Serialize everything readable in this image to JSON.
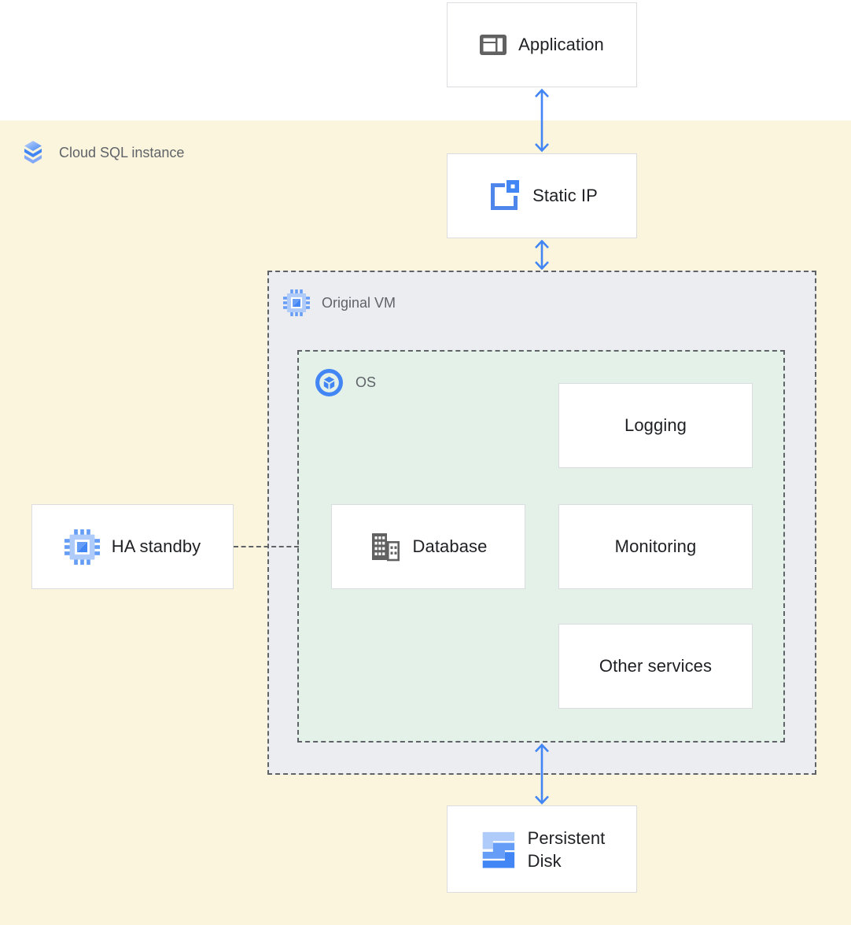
{
  "zones": {
    "cloud_sql": {
      "label": "Cloud SQL instance",
      "icon": "cloud-sql-icon",
      "fill": "#fcf5de"
    },
    "original_vm": {
      "label": "Original VM",
      "icon": "compute-engine-icon",
      "fill": "#ecedf0"
    },
    "os": {
      "label": "OS",
      "icon": "os-icon",
      "fill": "#e4f1e9"
    }
  },
  "nodes": {
    "application": {
      "label": "Application",
      "icon": "application-icon"
    },
    "static_ip": {
      "label": "Static IP",
      "icon": "static-ip-icon"
    },
    "ha_standby": {
      "label": "HA standby",
      "icon": "compute-engine-icon"
    },
    "logging": {
      "label": "Logging"
    },
    "database": {
      "label": "Database",
      "icon": "datacenter-icon"
    },
    "monitoring": {
      "label": "Monitoring"
    },
    "other_services": {
      "label": "Other services"
    },
    "persistent_disk": {
      "line1": "Persistent",
      "line2": "Disk",
      "icon": "persistent-disk-icon"
    }
  },
  "edges": [
    {
      "from": "Application",
      "to": "Static IP",
      "type": "bidirectional-arrow"
    },
    {
      "from": "Static IP",
      "to": "Original VM",
      "type": "bidirectional-arrow"
    },
    {
      "from": "OS",
      "to": "Persistent Disk",
      "type": "bidirectional-arrow"
    },
    {
      "from": "HA standby",
      "to": "OS",
      "type": "dashed-line"
    }
  ],
  "colors": {
    "arrow": "#4285f4",
    "zone_border": "#5f6368",
    "node_border": "#dadce0",
    "node_text": "#202124",
    "zone_label_text": "#5f6368",
    "google_blue": "#4285f4",
    "blue_medium": "#669df6",
    "blue_pale": "#aecbfa",
    "icon_gray": "#616161"
  }
}
